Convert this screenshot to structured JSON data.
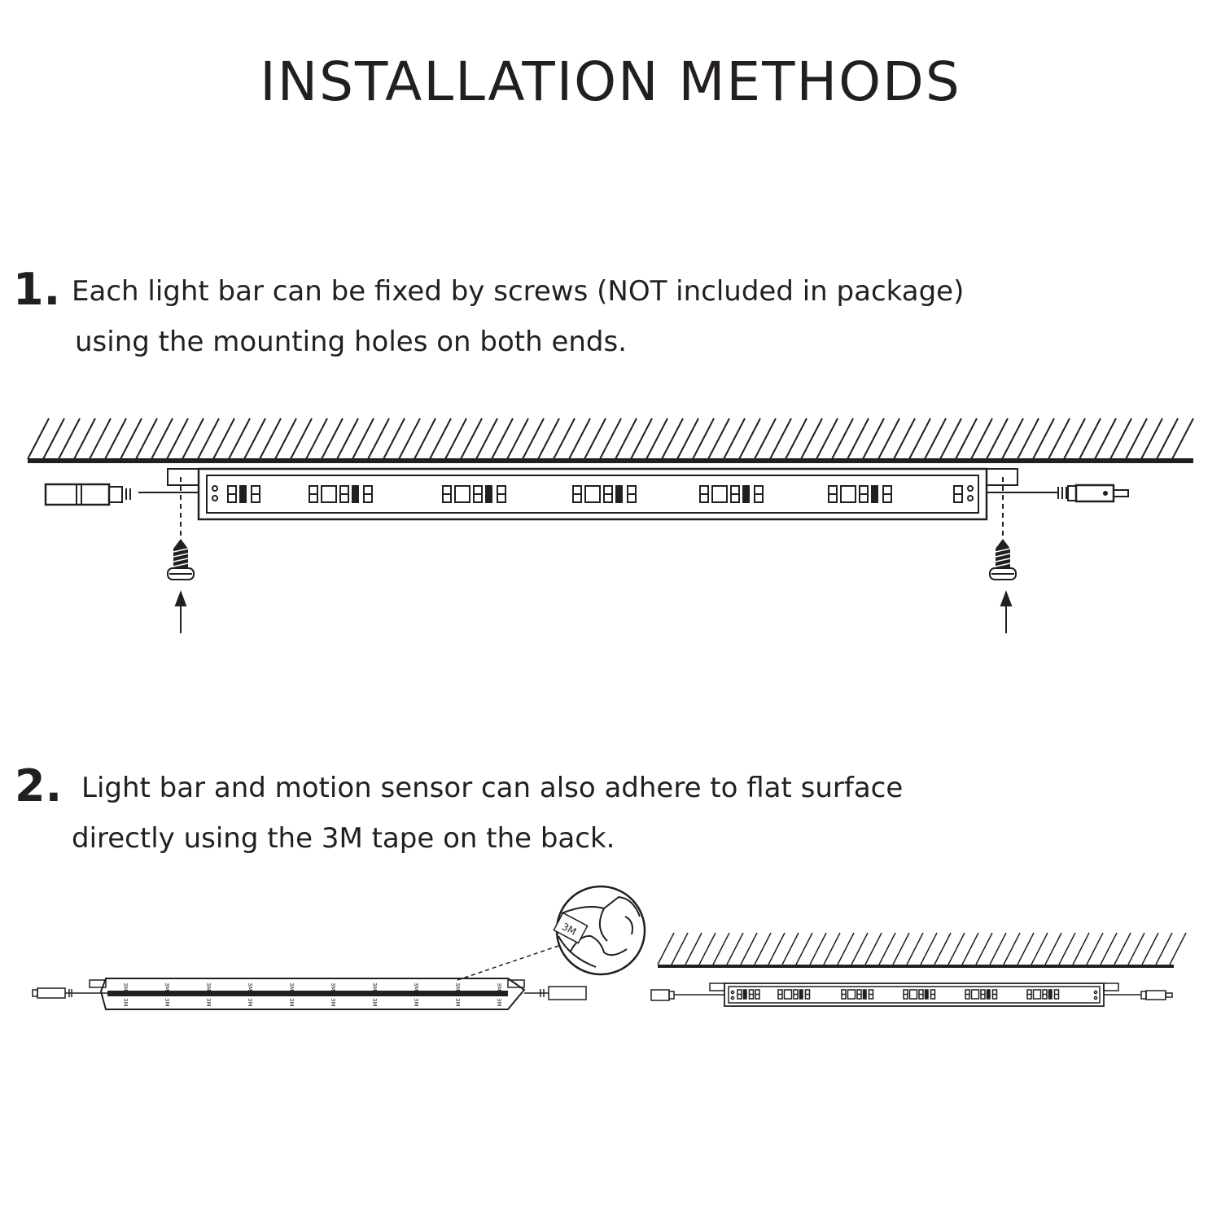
{
  "title": "INSTALLATION METHODS",
  "steps": [
    {
      "number": "1.",
      "lines": [
        "Each light bar can be fixed by screws (NOT included in package)",
        "using the mounting holes on both ends."
      ]
    },
    {
      "number": "2.",
      "lines": [
        "Light bar and motion sensor can also adhere to flat surface",
        "directly using the 3M tape on the back."
      ]
    }
  ],
  "tape_label": "3M",
  "colors": {
    "ink": "#231f20",
    "background": "#ffffff"
  }
}
